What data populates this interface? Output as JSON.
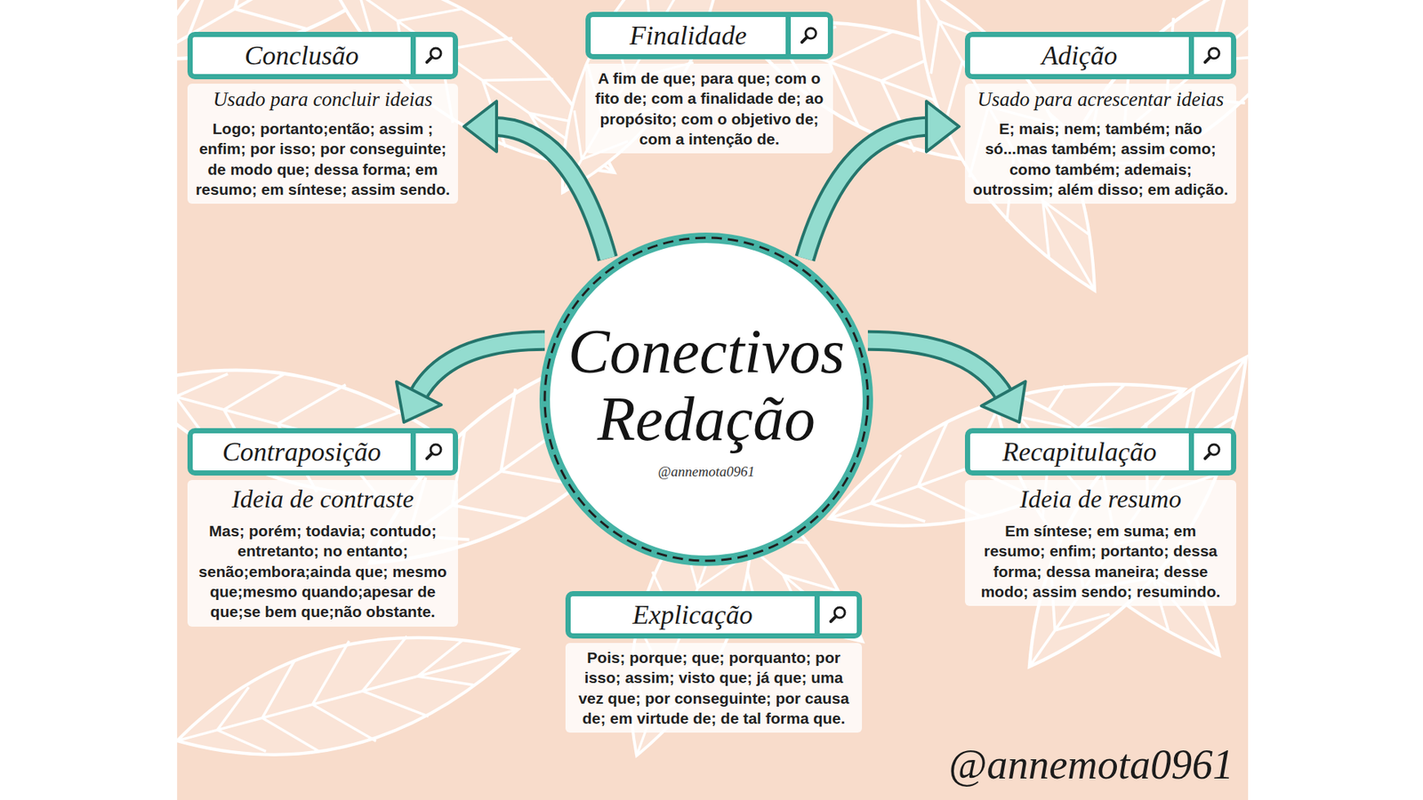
{
  "diagram": {
    "nodes": [
      {
        "text": [
          "Conclusão",
          "Usado para concluir ideias",
          "Logo; portanto;então; assim ; enfim; por isso; por conseguinte; de modo que; dessa forma; em resumo; em síntese; assim sendo."
        ]
      },
      {
        "text": [
          "Finalidade",
          "A fim de que; para que; com o fito de; com a finalidade de; ao propósito; com o objetivo de; com a intenção de."
        ]
      },
      {
        "text": [
          "Adição",
          "Usado para acrescentar ideias",
          "E; mais; nem; também; não só...mas também; assim como; como também; ademais; outrossim; além disso; em adição."
        ]
      },
      {
        "text": [
          "Conectivos Redação",
          "@annemota0961"
        ]
      },
      {
        "text": [
          "Contraposição",
          "Ideia de contraste",
          "Mas; porém; todavia; contudo; entretanto; no entanto; senão;embora;ainda que; mesmo que;mesmo quando;apesar de que;se bem que;não obstante."
        ]
      },
      {
        "text": [
          "Recapitulação",
          "Ideia de resumo",
          "Em síntese; em suma; em resumo; enfim; portanto; dessa forma; dessa maneira; desse modo; assim sendo; resumindo."
        ]
      },
      {
        "text": [
          "Explicação",
          "Pois; porque; que; porquanto; por isso; assim; visto que; já que; uma vez que; por conseguinte; por causa de; em virtude de; de tal forma que."
        ]
      }
    ],
    "edges": [
      {
        "from": 3,
        "to": 0,
        "arrow": "to"
      },
      {
        "from": 3,
        "to": 2,
        "arrow": "to"
      },
      {
        "from": 3,
        "to": 4,
        "arrow": "to"
      },
      {
        "from": 3,
        "to": 5,
        "arrow": "to"
      }
    ],
    "labels": [
      "@annemota0961"
    ]
  }
}
